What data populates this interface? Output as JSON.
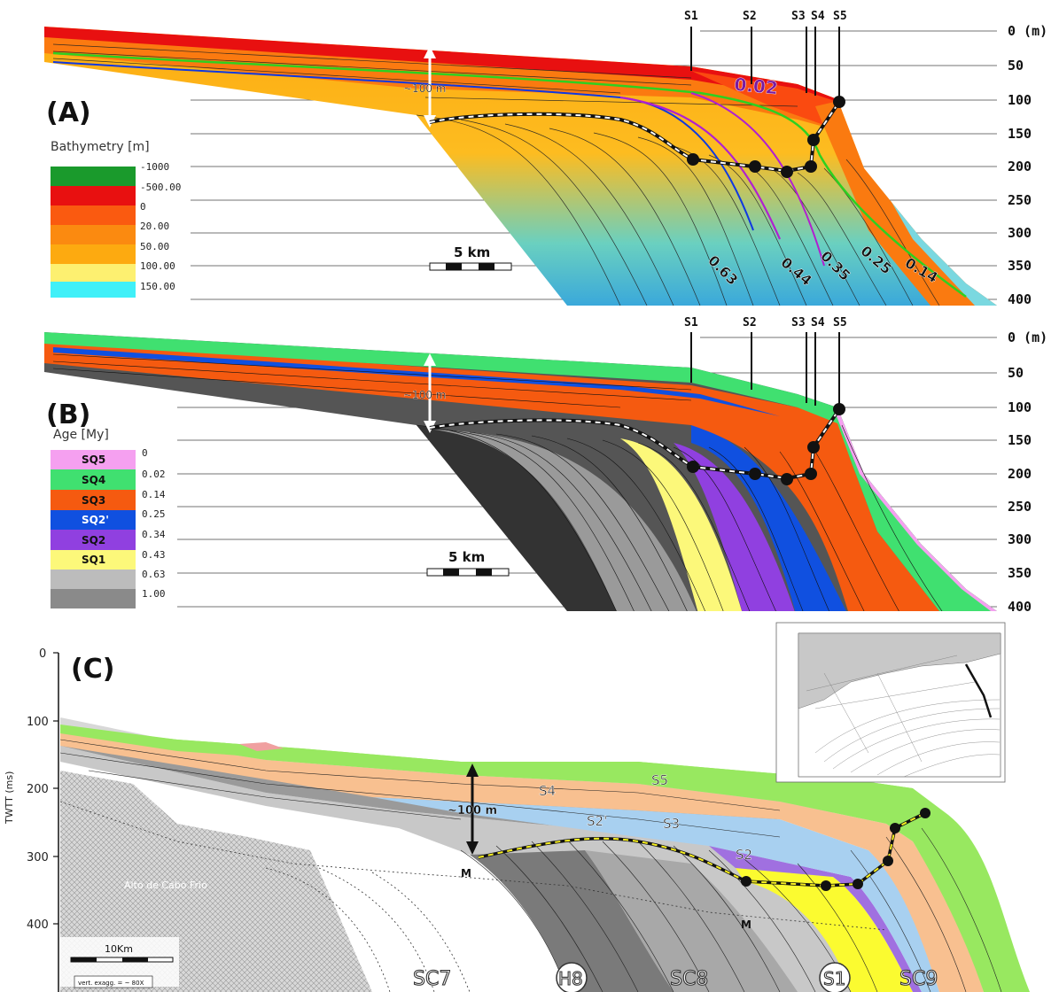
{
  "panel_a": {
    "label": "(A)",
    "legend_title": "Bathymetry [m]",
    "legend": [
      {
        "value": "-1000",
        "color": "#1a9a2c"
      },
      {
        "value": "-500.00",
        "color": "#e81010"
      },
      {
        "value": "0",
        "color": "#fa5a10"
      },
      {
        "value": "20.00",
        "color": "#fb8a10"
      },
      {
        "value": "50.00",
        "color": "#fdaa10"
      },
      {
        "value": "100.00",
        "color": "#fdf070"
      },
      {
        "value": "150.00",
        "color": "#40f0f8"
      }
    ],
    "isochrons": [
      "0.02",
      "0.63",
      "0.44",
      "0.35",
      "0.25",
      "0.14"
    ],
    "scale": "5 km",
    "annotation": "~100 m"
  },
  "panel_b": {
    "label": "(B)",
    "legend_title": "Age [My]",
    "legend": [
      {
        "seq": "SQ5",
        "color": "#f5a0f0"
      },
      {
        "seq": "SQ4",
        "color": "#40e070"
      },
      {
        "seq": "SQ3",
        "color": "#f55a10"
      },
      {
        "seq": "SQ2'",
        "color": "#1050e0"
      },
      {
        "seq": "SQ2",
        "color": "#9040e0"
      },
      {
        "seq": "SQ1",
        "color": "#fcf87a"
      },
      {
        "seq": "",
        "color": "#bcbcbc"
      },
      {
        "seq": "",
        "color": "#8a8a8a"
      }
    ],
    "ages": [
      "0",
      "0.02",
      "0.14",
      "0.25",
      "0.34",
      "0.43",
      "0.63",
      "1.00"
    ],
    "scale": "5 km",
    "annotation": "~100 m"
  },
  "wells": [
    "S1",
    "S2",
    "S3",
    "S4",
    "S5"
  ],
  "depth_ticks": [
    "0 (m)",
    "50",
    "100",
    "150",
    "200",
    "250",
    "300",
    "350",
    "400"
  ],
  "panel_c": {
    "label": "(C)",
    "y_axis_label": "TWTT (ms)",
    "y_ticks": [
      "0",
      "100",
      "200",
      "300",
      "400"
    ],
    "surfaces": [
      "S5",
      "S4",
      "S3",
      "S2'",
      "S2"
    ],
    "markers": [
      "M",
      "M"
    ],
    "annotation": "~100 m",
    "high_label": "Alto de Cabo Frio",
    "units": [
      "SC7",
      "H8",
      "SC8",
      "S1",
      "SC9"
    ],
    "scale": "10Km",
    "exaggeration": "vert. exagg. = ~ 80X"
  }
}
